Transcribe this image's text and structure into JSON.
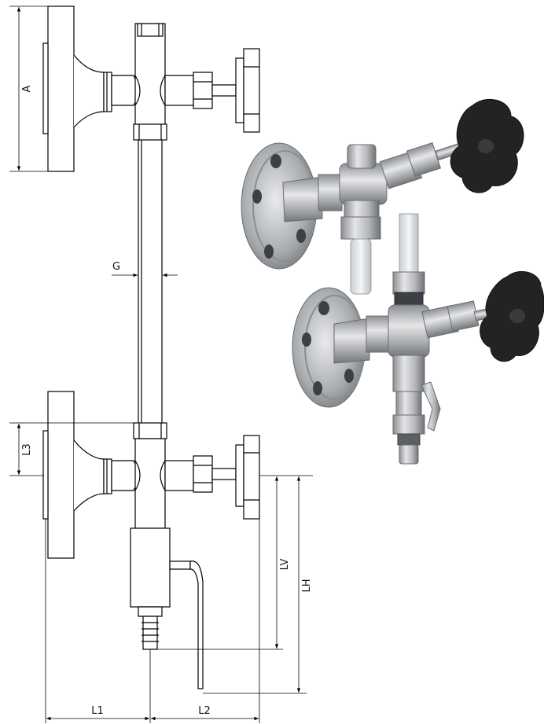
{
  "dimensions": {
    "A": "A",
    "G": "G",
    "L3": "L3",
    "LV": "LV",
    "LH": "LH",
    "L1": "L1",
    "L2": "L2"
  },
  "photos": {
    "top": "valve assembly photo with flange and black handwheel",
    "bottom": "valve assembly photo with flange, black handwheel and drain cock"
  },
  "colors": {
    "line": "#000000",
    "steel_light": "#d9dadb",
    "steel_dark": "#7e8185",
    "handwheel": "#222222"
  }
}
